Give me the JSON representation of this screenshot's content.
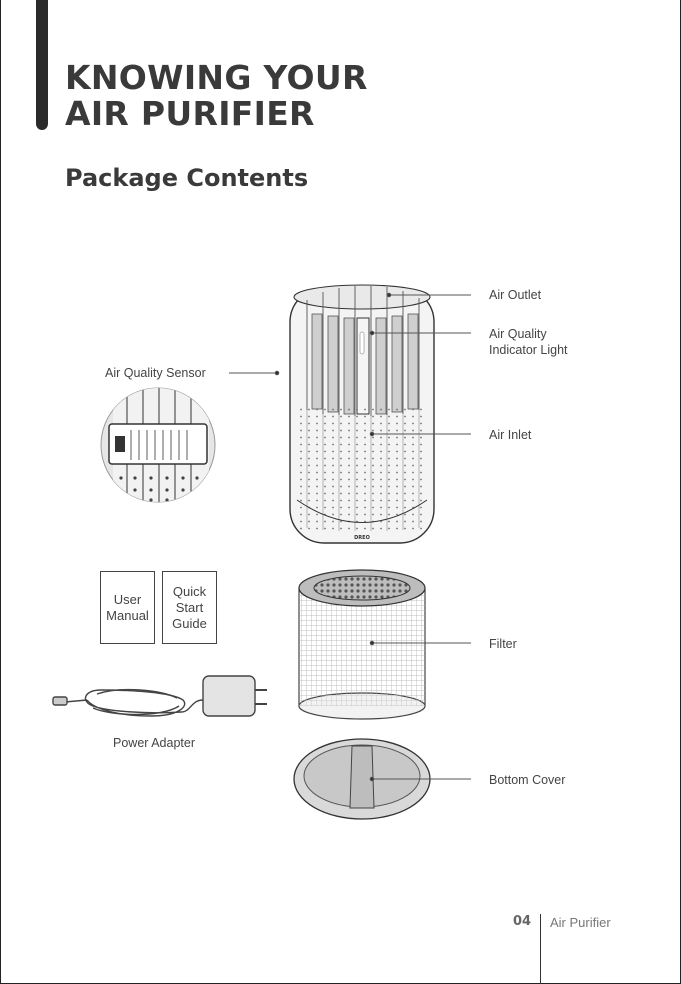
{
  "header": {
    "title_line1": "KNOWING YOUR",
    "title_line2": "AIR PURIFIER"
  },
  "section": {
    "heading": "Package Contents"
  },
  "labels": {
    "air_outlet": "Air Outlet",
    "air_quality_line1": "Air Quality",
    "air_quality_line2": "Indicator Light",
    "air_inlet": "Air Inlet",
    "air_quality_sensor": "Air Quality Sensor",
    "filter": "Filter",
    "bottom_cover": "Bottom Cover",
    "power_adapter": "Power Adapter"
  },
  "documents": {
    "user_manual_line1": "User",
    "user_manual_line2": "Manual",
    "quick_start_line1": "Quick",
    "quick_start_line2": "Start",
    "quick_start_line3": "Guide"
  },
  "device": {
    "brand_mark": "DREO"
  },
  "footer": {
    "page_number": "04",
    "product": "Air Purifier"
  }
}
